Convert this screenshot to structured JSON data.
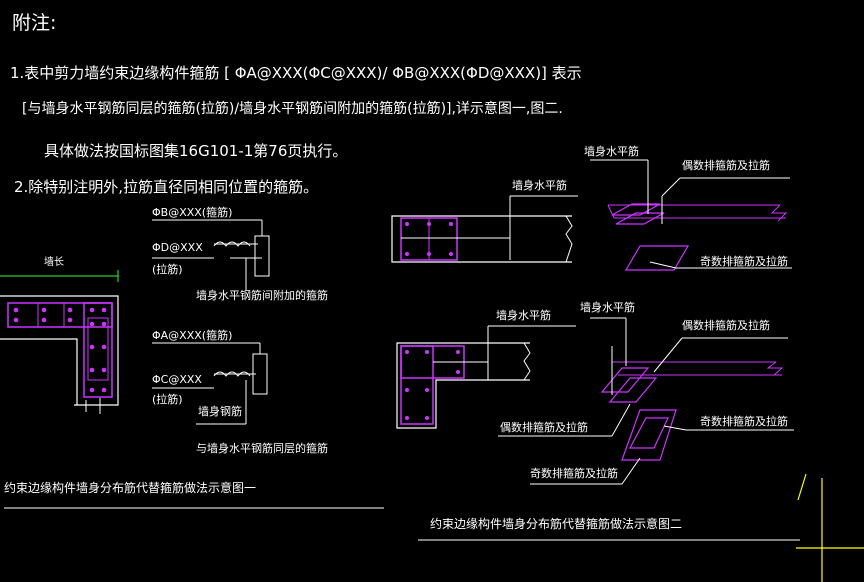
{
  "title": "附注:",
  "notes": {
    "n1_line1": "1.表中剪力墙约束边缘构件箍筋 [ ΦA@XXX(ΦC@XXX)/ ΦB@XXX(ΦD@XXX)] 表示",
    "n1_line2": "[与墙身水平钢筋同层的箍筋(拉筋)/墙身水平钢筋间附加的箍筋(拉筋)],详示意图一,图二.",
    "n1_line3": "具体做法按国标图集16G101-1第76页执行。",
    "n2": "2.除特别注明外,拉筋直径同相同位置的箍筋。"
  },
  "fig1": {
    "dim_label": "墙长",
    "label_b": "ΦB@XXX(箍筋)",
    "label_d": "ΦD@XXX",
    "label_d_tie": "(拉筋)",
    "label_extra": "墙身水平钢筋间附加的箍筋",
    "label_a": "ΦA@XXX(箍筋)",
    "label_c": "ΦC@XXX",
    "label_c_tie": "(拉筋)",
    "label_wall": "墙身钢筋",
    "label_same": "与墙身水平钢筋同层的箍筋",
    "caption": "约束边缘构件墙身分布筋代替箍筋做法示意图一"
  },
  "fig2": {
    "top_wall_h": "墙身水平筋",
    "top_wall_h2": "墙身水平筋",
    "top_even": "偶数排箍筋及拉筋",
    "top_odd": "奇数排箍筋及拉筋",
    "bot_wall_h": "墙身水平筋",
    "bot_wall_h2": "墙身水平筋",
    "bot_even": "偶数排箍筋及拉筋",
    "bot_odd": "奇数排箍筋及拉筋",
    "bot_even2": "偶数排箍筋及拉筋",
    "bot_odd2": "奇数排箍筋及拉筋",
    "caption": "约束边缘构件墙身分布筋代替箍筋做法示意图二"
  },
  "colors": {
    "background": "#000000",
    "line": "#ffffff",
    "rebar": "#cc33ff",
    "dimension": "#33ff33",
    "crosshair": "#ffff00"
  }
}
